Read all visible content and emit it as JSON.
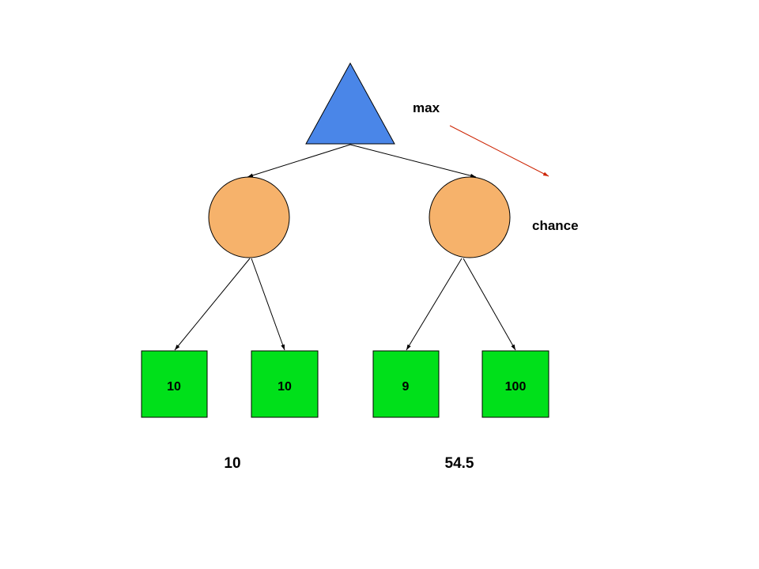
{
  "labels": {
    "max": "max",
    "chance": "chance"
  },
  "leaves": [
    {
      "value": "10"
    },
    {
      "value": "10"
    },
    {
      "value": "9"
    },
    {
      "value": "100"
    }
  ],
  "chance_values": [
    "10",
    "54.5"
  ],
  "colors": {
    "max_node": "#4a86e8",
    "chance_node": "#f6b26b",
    "leaf_node": "#00e01a",
    "edge": "#000000",
    "pointer_arrow": "#cc2200"
  }
}
